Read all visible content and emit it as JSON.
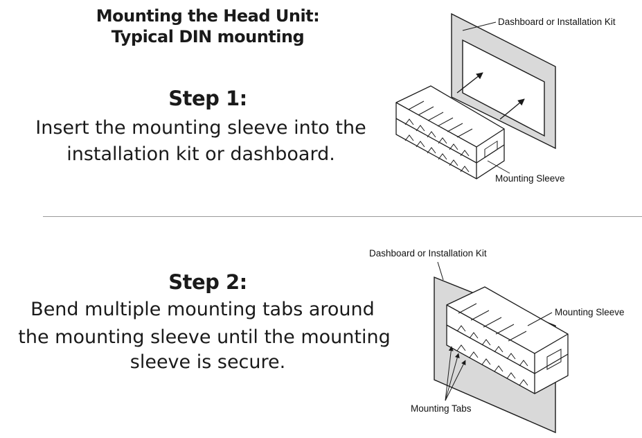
{
  "title": {
    "line1": "Mounting the Head Unit:",
    "line2": "Typical DIN mounting"
  },
  "step1": {
    "heading": "Step 1:",
    "text_line1": "Insert the mounting sleeve into the",
    "text_line2": "installation kit or dashboard.",
    "labels": {
      "dashboard": "Dashboard or Installation Kit",
      "sleeve": "Mounting Sleeve"
    }
  },
  "step2": {
    "heading": "Step 2:",
    "text_line1": "Bend multiple mounting tabs around",
    "text_line2": "the mounting sleeve until the mounting",
    "text_line3": "sleeve is secure.",
    "labels": {
      "dashboard": "Dashboard or Installation Kit",
      "sleeve": "Mounting Sleeve",
      "tabs": "Mounting Tabs"
    }
  },
  "colors": {
    "panel_fill": "#d9d9d9",
    "line": "#1a1a1a",
    "divider": "#9a9a9a"
  }
}
